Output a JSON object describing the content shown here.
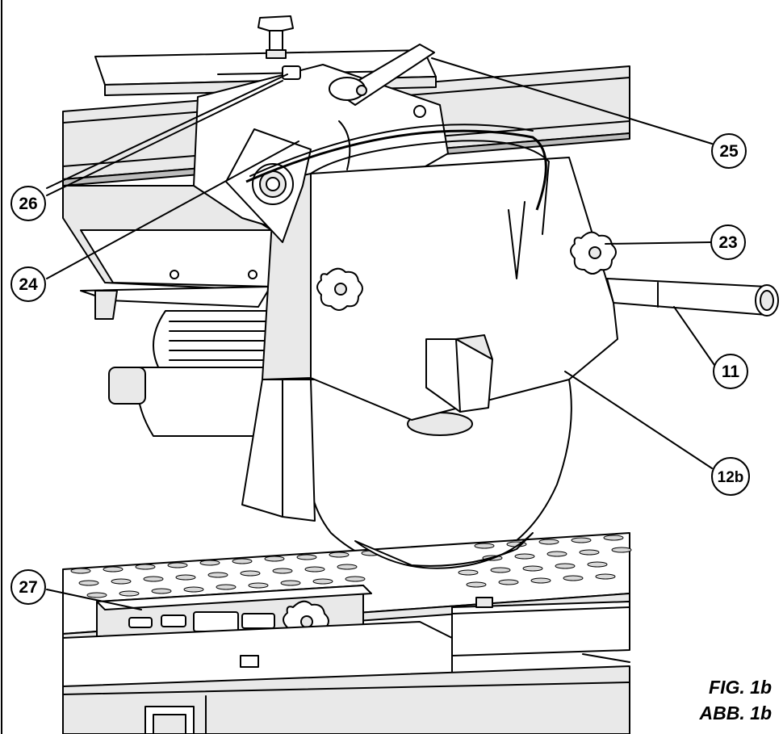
{
  "figure": {
    "caption_line1": "FIG. 1b",
    "caption_line2": "ABB. 1b"
  },
  "callouts": [
    {
      "id": "c25",
      "label": "25"
    },
    {
      "id": "c26",
      "label": "26"
    },
    {
      "id": "c23",
      "label": "23"
    },
    {
      "id": "c24",
      "label": "24"
    },
    {
      "id": "c11",
      "label": "11"
    },
    {
      "id": "c12b",
      "label": "12b"
    },
    {
      "id": "c27",
      "label": "27"
    }
  ]
}
